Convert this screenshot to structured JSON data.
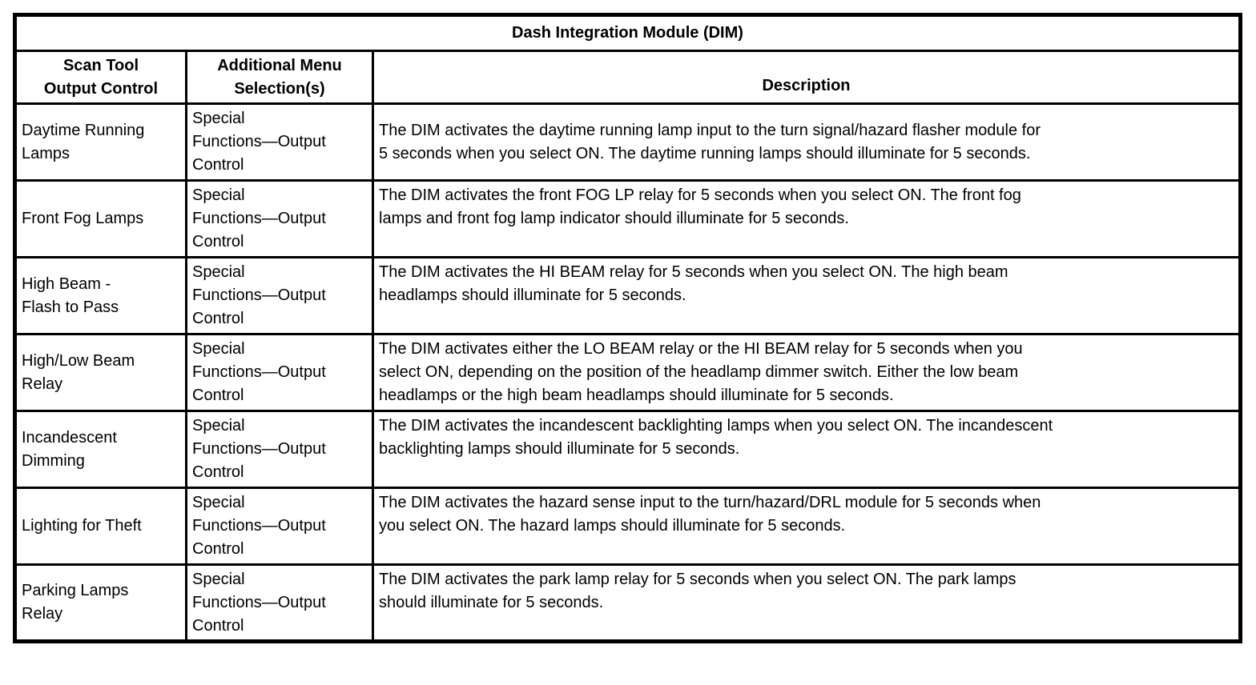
{
  "document": {
    "title": "Dash Integration Module (DIM)",
    "headers": {
      "col1": "Scan Tool\nOutput Control",
      "col2": "Additional Menu\nSelection(s)",
      "col3": "Description"
    },
    "rows": [
      {
        "control": "Daytime Running\nLamps",
        "menu": "Special\nFunctions—Output\nControl",
        "description": "The DIM activates the daytime running lamp input to the turn signal/hazard flasher module for\n5 seconds when you select ON. The daytime running lamps should illuminate for 5 seconds."
      },
      {
        "control": "Front Fog Lamps",
        "menu": "Special\nFunctions—Output\nControl",
        "description": "The DIM activates the front FOG LP relay for 5 seconds when you select ON. The front fog\nlamps and front fog lamp indicator should illuminate for 5 seconds."
      },
      {
        "control": "High Beam -\nFlash to Pass",
        "menu": "Special\nFunctions—Output\nControl",
        "description": "The DIM activates the HI BEAM relay for 5 seconds when you select ON. The high beam\nheadlamps should illuminate for 5 seconds."
      },
      {
        "control": "High/Low Beam\nRelay",
        "menu": "Special\nFunctions—Output\nControl",
        "description": "The DIM activates either the LO BEAM relay or the HI BEAM relay for 5 seconds when you\nselect ON, depending on the position of the headlamp dimmer switch. Either the low beam\nheadlamps or the high beam headlamps should illuminate for 5 seconds."
      },
      {
        "control": "Incandescent\nDimming",
        "menu": "Special\nFunctions—Output\nControl",
        "description": "The DIM activates the incandescent backlighting lamps when you select ON. The incandescent\nbacklighting lamps should illuminate for 5 seconds."
      },
      {
        "control": "Lighting for Theft",
        "menu": "Special\nFunctions—Output\nControl",
        "description": "The DIM activates the hazard sense input to the turn/hazard/DRL module for 5 seconds when\nyou select ON. The hazard lamps should illuminate for 5 seconds."
      },
      {
        "control": "Parking Lamps\nRelay",
        "menu": "Special\nFunctions—Output\nControl",
        "description": "The DIM activates the park lamp relay for 5 seconds when you select ON. The park lamps\nshould illuminate for 5 seconds."
      }
    ]
  }
}
